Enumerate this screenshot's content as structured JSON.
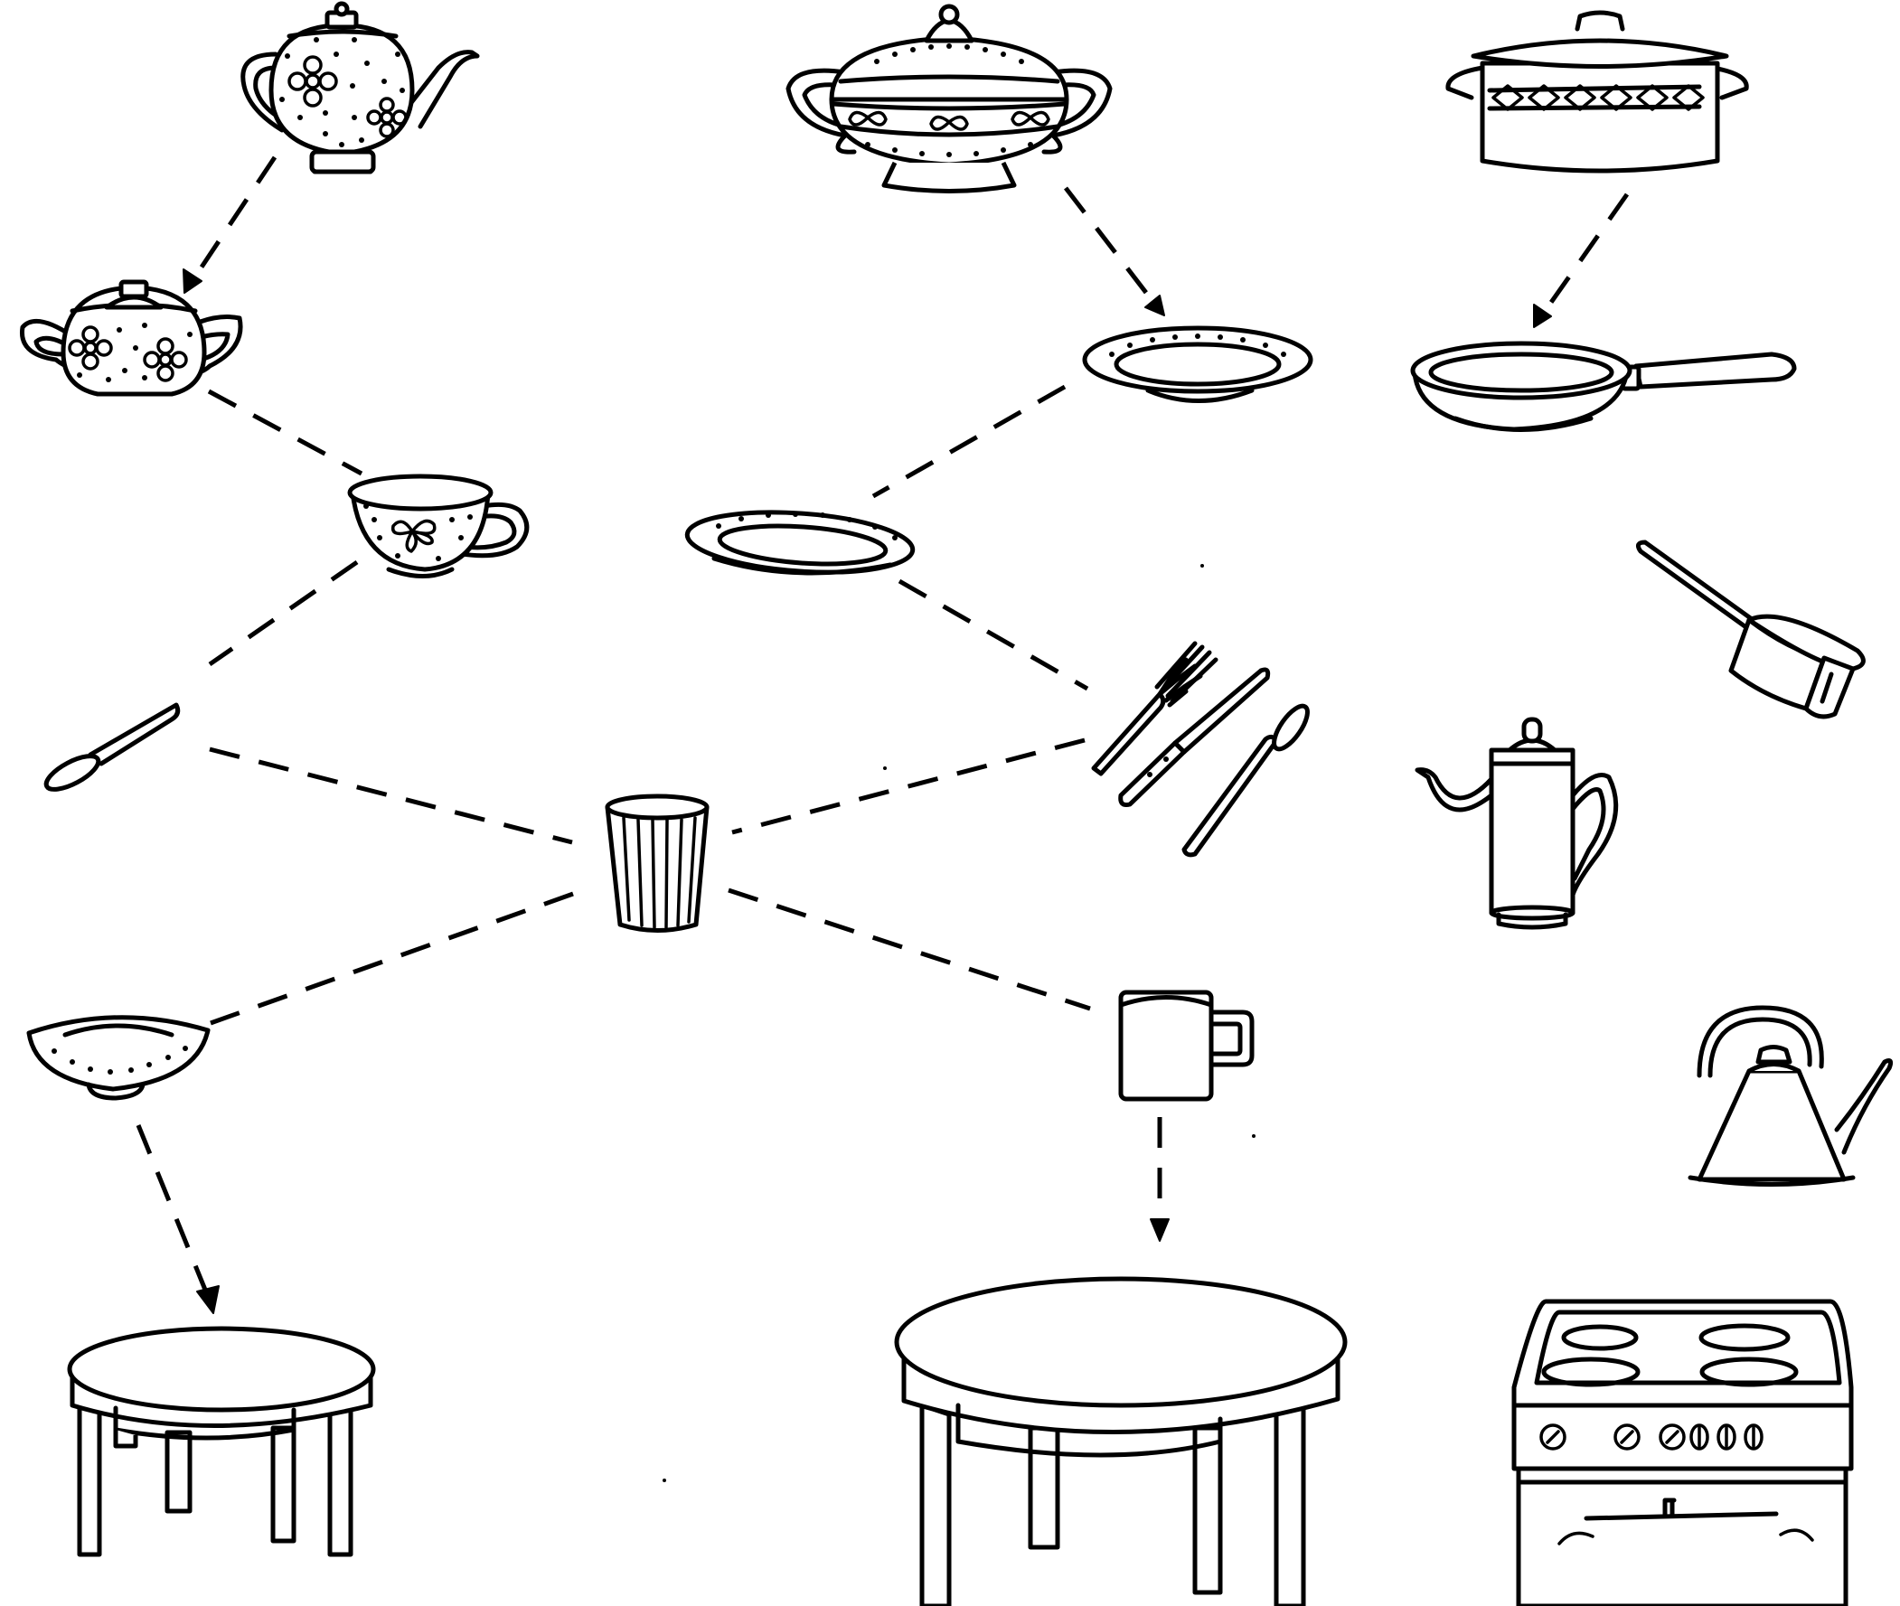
{
  "diagram": {
    "kind": "tableware sorting worksheet",
    "text_labels": [],
    "line_color": "#000000",
    "background": "#ffffff",
    "items": [
      {
        "id": "teapot",
        "icon": "teapot-icon"
      },
      {
        "id": "sugar-bowl",
        "icon": "sugar-bowl-icon"
      },
      {
        "id": "tea-cup",
        "icon": "tea-cup-icon"
      },
      {
        "id": "spoon",
        "icon": "spoon-icon"
      },
      {
        "id": "glass",
        "icon": "glass-icon"
      },
      {
        "id": "soup-tureen",
        "icon": "soup-tureen-icon"
      },
      {
        "id": "deep-plate",
        "icon": "deep-plate-icon"
      },
      {
        "id": "flat-plate",
        "icon": "flat-plate-icon"
      },
      {
        "id": "cutlery",
        "icon": "fork-knife-spoon-icon"
      },
      {
        "id": "mug",
        "icon": "mug-icon"
      },
      {
        "id": "bowl",
        "icon": "bowl-icon"
      },
      {
        "id": "small-table",
        "icon": "round-table-small-icon"
      },
      {
        "id": "large-table",
        "icon": "round-table-large-icon"
      },
      {
        "id": "cooking-pot",
        "icon": "cooking-pot-icon"
      },
      {
        "id": "frying-pan",
        "icon": "frying-pan-icon"
      },
      {
        "id": "saucepan",
        "icon": "saucepan-icon"
      },
      {
        "id": "coffee-pot",
        "icon": "coffee-pot-icon"
      },
      {
        "id": "kettle",
        "icon": "kettle-icon"
      },
      {
        "id": "stove",
        "icon": "stove-icon"
      }
    ],
    "connections": [
      {
        "from": "teapot",
        "to": "sugar-bowl",
        "style": "dashed",
        "arrow": true
      },
      {
        "from": "sugar-bowl",
        "to": "tea-cup",
        "style": "dashed",
        "arrow": false
      },
      {
        "from": "tea-cup",
        "to": "spoon",
        "style": "dashed",
        "arrow": false
      },
      {
        "from": "spoon",
        "to": "glass",
        "style": "dashed",
        "arrow": false
      },
      {
        "from": "glass",
        "to": "bowl",
        "style": "dashed",
        "arrow": false
      },
      {
        "from": "bowl",
        "to": "small-table",
        "style": "dashed",
        "arrow": true
      },
      {
        "from": "soup-tureen",
        "to": "deep-plate",
        "style": "dashed",
        "arrow": true
      },
      {
        "from": "deep-plate",
        "to": "flat-plate",
        "style": "dashed",
        "arrow": false
      },
      {
        "from": "flat-plate",
        "to": "cutlery",
        "style": "dashed",
        "arrow": false
      },
      {
        "from": "cutlery",
        "to": "glass",
        "style": "dashed",
        "arrow": false
      },
      {
        "from": "glass",
        "to": "mug",
        "style": "dashed",
        "arrow": false
      },
      {
        "from": "mug",
        "to": "large-table",
        "style": "dashed",
        "arrow": true
      },
      {
        "from": "cooking-pot",
        "to": "frying-pan",
        "style": "dashed",
        "arrow": true
      }
    ]
  }
}
